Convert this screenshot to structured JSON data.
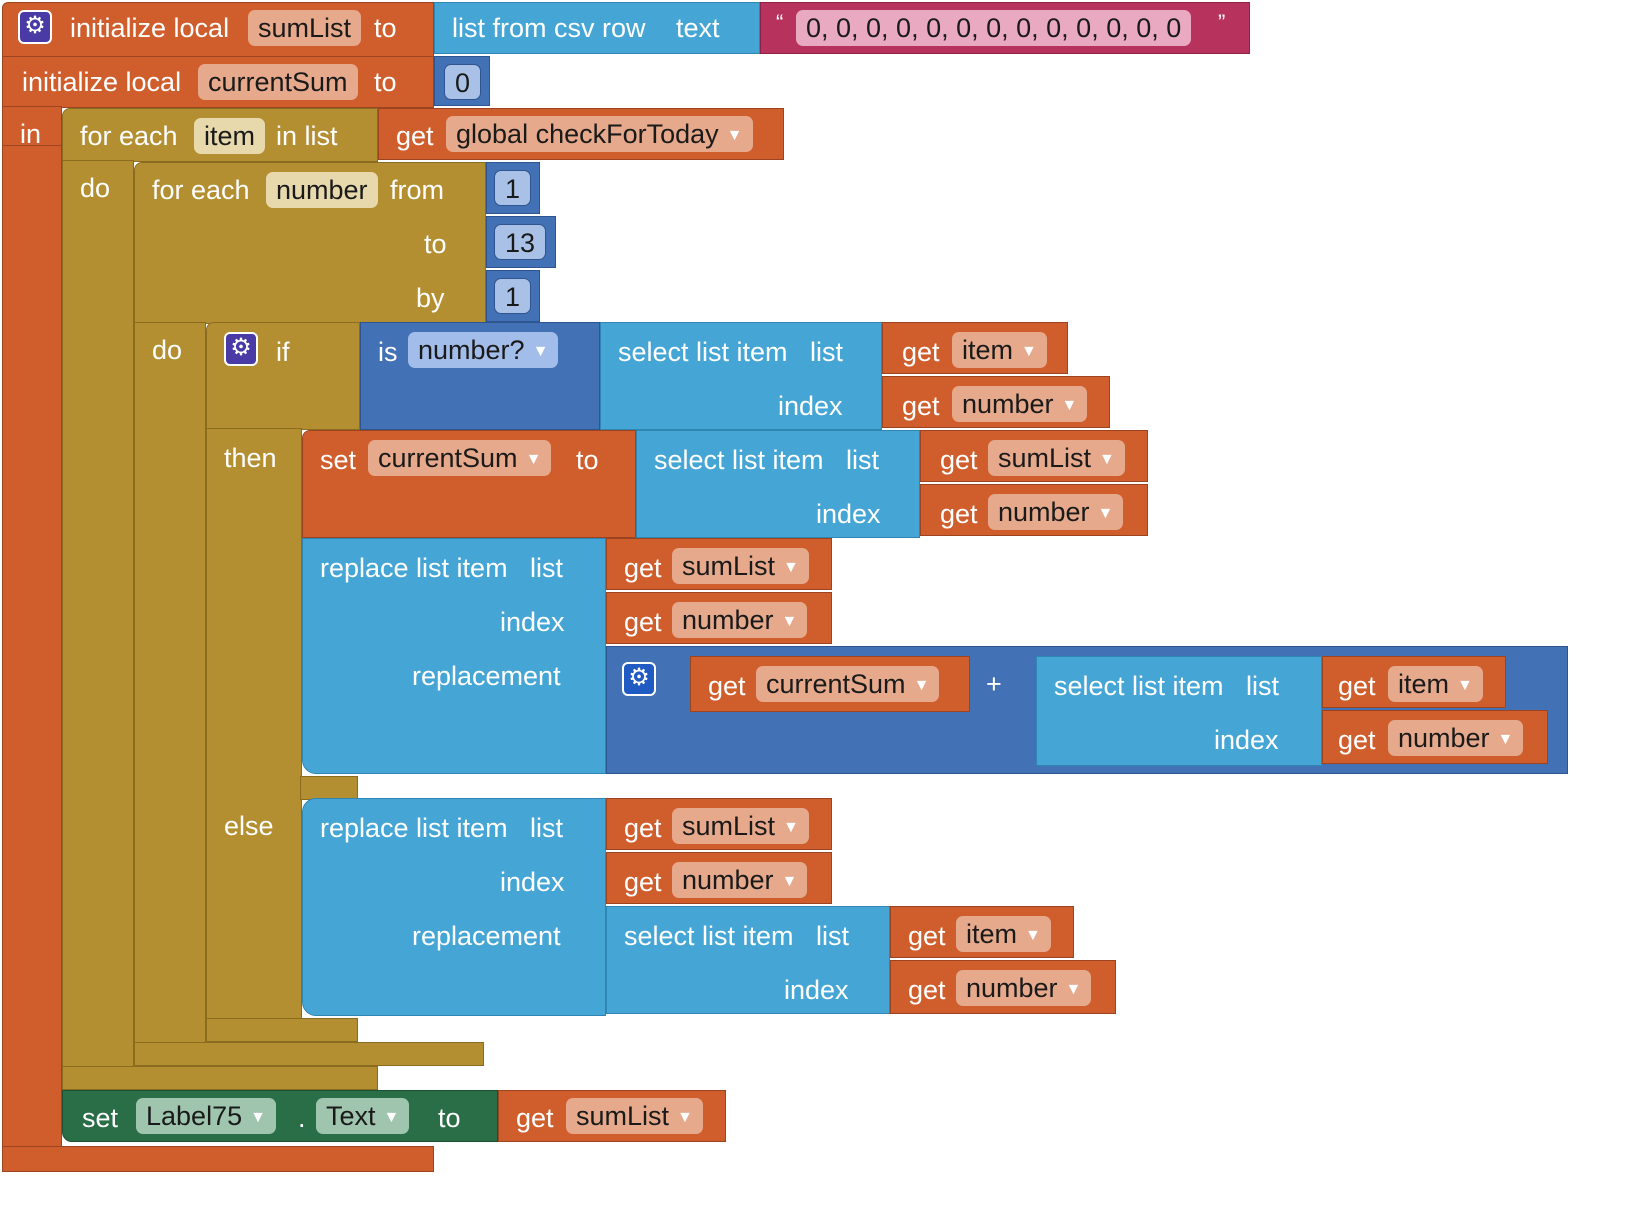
{
  "colors": {
    "variables": "#d05e2c",
    "control": "#b38f31",
    "lists": "#45a6d5",
    "math": "#4371b5",
    "text": "#b8325e",
    "component": "#2a6e47"
  },
  "icons": {
    "mutator": "gear-icon",
    "dropdown": "dropdown-arrow-icon"
  },
  "init1": {
    "label": "initialize local",
    "name": "sumList",
    "to": "to",
    "csv_label": "list from csv row",
    "csv_text": "text",
    "open_quote": "“",
    "value": "0, 0, 0, 0, 0, 0, 0, 0, 0, 0, 0, 0, 0",
    "close_quote": "”"
  },
  "init2": {
    "label": "initialize local",
    "name": "currentSum",
    "to": "to",
    "value": "0"
  },
  "in_label": "in",
  "for_each_item": {
    "label": "for each",
    "var": "item",
    "in_list": "in list",
    "get": "get",
    "list": "global checkForToday",
    "do": "do"
  },
  "for_range": {
    "label": "for each",
    "var": "number",
    "from": "from",
    "from_val": "1",
    "to": "to",
    "to_val": "13",
    "by": "by",
    "by_val": "1",
    "do": "do"
  },
  "if_block": {
    "if": "if",
    "then": "then",
    "else": "else",
    "is": "is",
    "check": "number?",
    "select_label": "select list item",
    "list": "list",
    "index": "index",
    "get": "get",
    "list_var": "item",
    "index_var": "number"
  },
  "set_current": {
    "set": "set",
    "var": "currentSum",
    "to": "to",
    "select_label": "select list item",
    "list": "list",
    "index": "index",
    "get": "get",
    "list_var": "sumList",
    "index_var": "number"
  },
  "replace_then": {
    "label": "replace list item",
    "list": "list",
    "index": "index",
    "replacement": "replacement",
    "get": "get",
    "list_var": "sumList",
    "index_var": "number",
    "plus": "+",
    "sum_var": "currentSum",
    "select_label": "select list item",
    "sel_list_var": "item",
    "sel_index_var": "number"
  },
  "replace_else": {
    "label": "replace list item",
    "list": "list",
    "index": "index",
    "replacement": "replacement",
    "get": "get",
    "list_var": "sumList",
    "index_var": "number",
    "select_label": "select list item",
    "sel_list_var": "item",
    "sel_index_var": "number"
  },
  "set_label": {
    "set": "set",
    "component": "Label75",
    "dot": ".",
    "property": "Text",
    "to": "to",
    "get": "get",
    "var": "sumList"
  }
}
